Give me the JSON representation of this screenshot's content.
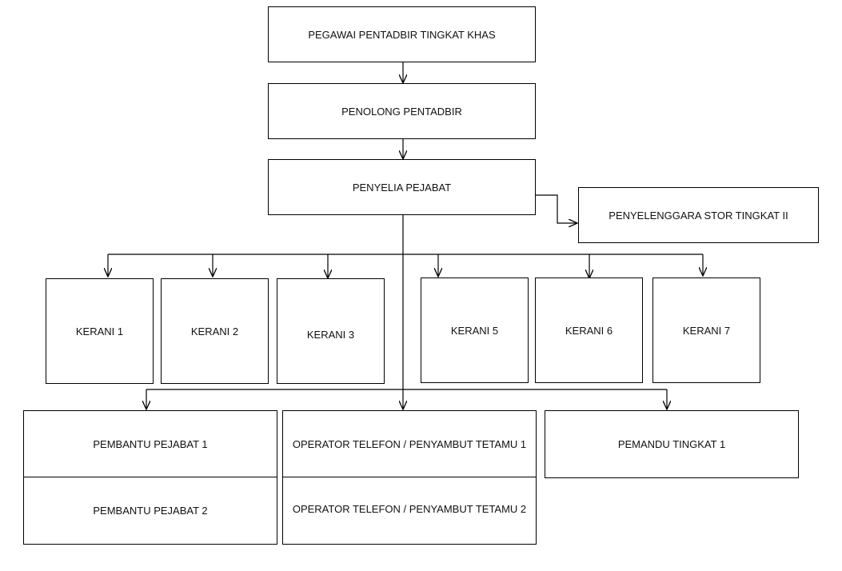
{
  "org_chart": {
    "head": "PEGAWAI PENTADBIR TINGKAT KHAS",
    "assistant": "PENOLONG PENTADBIR",
    "supervisor": "PENYELIA PEJABAT",
    "store_keeper": "PENYELENGGARA STOR TINGKAT II",
    "clerks": [
      "KERANI 1",
      "KERANI 2",
      "KERANI 3",
      "KERANI 5",
      "KERANI 6",
      "KERANI 7"
    ],
    "office_assistants": [
      "PEMBANTU PEJABAT 1",
      "PEMBANTU PEJABAT 2"
    ],
    "telephone_operators": [
      "OPERATOR TELEFON / PENYAMBUT TETAMU 1",
      "OPERATOR TELEFON / PENYAMBUT TETAMU 2"
    ],
    "driver": "PEMANDU TINGKAT 1"
  },
  "colors": {
    "line": "#000000",
    "box_border": "#000000",
    "background": "#ffffff"
  }
}
